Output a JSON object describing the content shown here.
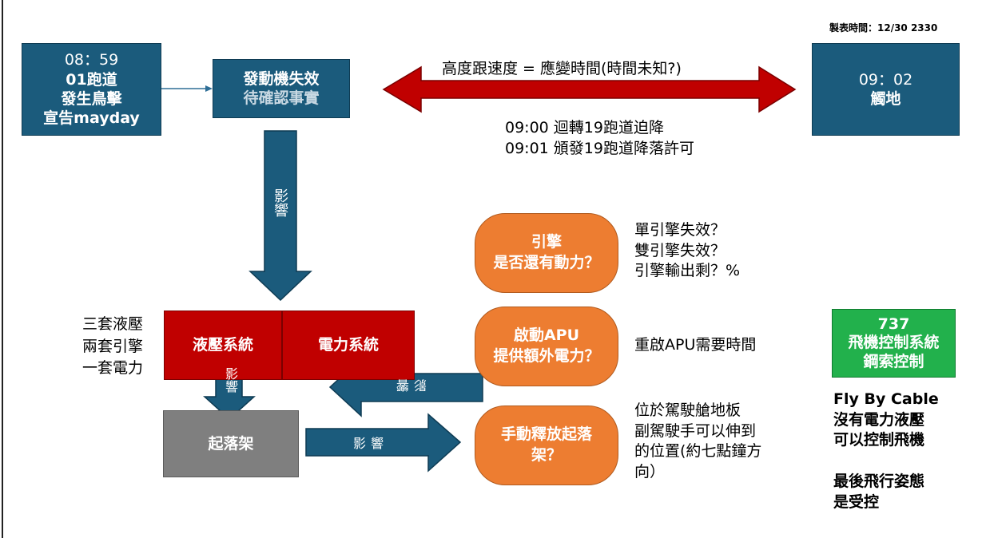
{
  "meta": {
    "chart_time": "製表時間：12/30 2330"
  },
  "event_start": {
    "time": "08：59",
    "line2": "01跑道",
    "line3": "發生鳥擊",
    "line4": "宣告mayday"
  },
  "engine_failure": {
    "line1": "發動機失效",
    "line2": "待確認事實"
  },
  "top_arrow": {
    "label": "高度跟速度 = 應變時間(時間未知?)",
    "note1": "09:00 迴轉19跑道迫降",
    "note2": "09:01 頒發19跑道降落許可"
  },
  "touchdown": {
    "time": "09：02",
    "label": "觸地"
  },
  "influence_label": "影響",
  "systems": {
    "left_note": [
      "三套液壓",
      "兩套引擎",
      "一套電力"
    ],
    "hydraulic": "液壓系統",
    "electrical": "電力系統",
    "landing_gear": "起落架"
  },
  "questions": [
    {
      "title": "引擎",
      "subtitle": "是否還有動力？",
      "notes": [
        "單引擎失效？",
        "雙引擎失效？",
        "引擎輸出剩？%"
      ]
    },
    {
      "title": "啟動APU",
      "subtitle": "提供額外電力？",
      "notes": [
        "重啟APU需要時間"
      ]
    },
    {
      "title": "手動釋放起落",
      "subtitle": "架？",
      "notes": [
        "位於駕駛艙地板",
        "副駕駛手可以伸到",
        "的位置(約七點鐘方",
        "向）"
      ]
    }
  ],
  "b737": {
    "model": "737",
    "line2": "飛機控制系統",
    "line3": "鋼索控制"
  },
  "right_notes": {
    "line1": "Fly By Cable",
    "line2": "沒有電力液壓",
    "line3": "可以控制飛機",
    "line4": "最後飛行姿態",
    "line5": "是受控"
  },
  "colors": {
    "blue": "#1b5b7c",
    "red": "#c00000",
    "orange": "#ed7d31",
    "green": "#22b14c",
    "grey": "#7f7f7f"
  }
}
